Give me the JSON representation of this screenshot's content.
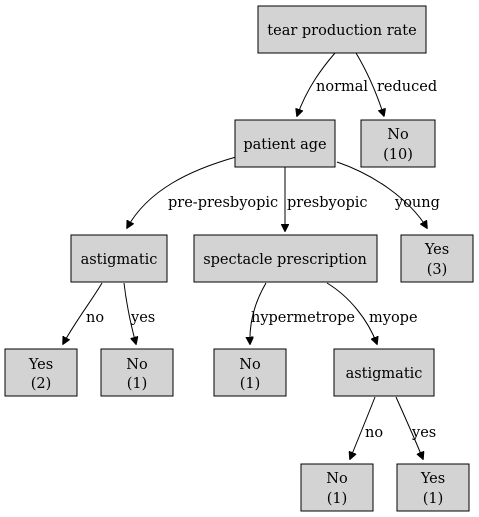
{
  "tree": {
    "nodes": {
      "tear": {
        "lines": [
          "tear production rate"
        ]
      },
      "no_10": {
        "lines": [
          "No",
          "(10)"
        ]
      },
      "age": {
        "lines": [
          "patient age"
        ]
      },
      "astig_1": {
        "lines": [
          "astigmatic"
        ]
      },
      "spectacle": {
        "lines": [
          "spectacle prescription"
        ]
      },
      "yes_3": {
        "lines": [
          "Yes",
          "(3)"
        ]
      },
      "yes_2": {
        "lines": [
          "Yes",
          "(2)"
        ]
      },
      "no_1a": {
        "lines": [
          "No",
          "(1)"
        ]
      },
      "no_1b": {
        "lines": [
          "No",
          "(1)"
        ]
      },
      "astig_2": {
        "lines": [
          "astigmatic"
        ]
      },
      "no_1c": {
        "lines": [
          "No",
          "(1)"
        ]
      },
      "yes_1": {
        "lines": [
          "Yes",
          "(1)"
        ]
      }
    },
    "edges": {
      "tear_age": {
        "label": "normal"
      },
      "tear_no10": {
        "label": "reduced"
      },
      "age_astig1": {
        "label": "pre-presbyopic"
      },
      "age_spectacle": {
        "label": "presbyopic"
      },
      "age_yes3": {
        "label": "young"
      },
      "astig1_yes2": {
        "label": "no"
      },
      "astig1_no1a": {
        "label": "yes"
      },
      "spectacle_no1b": {
        "label": "hypermetrope"
      },
      "spectacle_astig2": {
        "label": "myope"
      },
      "astig2_no1c": {
        "label": "no"
      },
      "astig2_yes1": {
        "label": "yes"
      }
    }
  }
}
